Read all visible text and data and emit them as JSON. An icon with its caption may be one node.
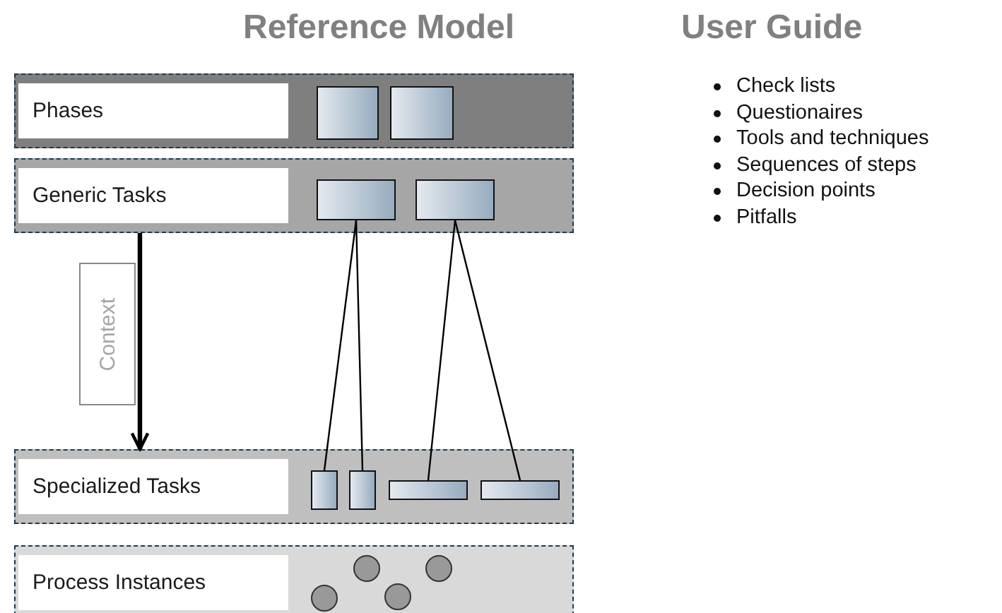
{
  "diagram": {
    "title": "Reference Model",
    "nodes": [
      {
        "text": [
          "Phases"
        ]
      },
      {
        "text": [],
        "shape": "box",
        "in": 0
      },
      {
        "text": [],
        "shape": "box",
        "in": 0
      },
      {
        "text": [
          "Generic Tasks"
        ]
      },
      {
        "text": [],
        "shape": "box",
        "in": 3
      },
      {
        "text": [],
        "shape": "box",
        "in": 3
      },
      {
        "text": [
          "Specialized Tasks"
        ]
      },
      {
        "text": [],
        "shape": "box",
        "in": 6
      },
      {
        "text": [],
        "shape": "box",
        "in": 6
      },
      {
        "text": [],
        "shape": "box",
        "in": 6
      },
      {
        "text": [],
        "shape": "box",
        "in": 6
      },
      {
        "text": [
          "Process Instances"
        ]
      },
      {
        "text": [],
        "shape": "circle",
        "in": 11
      },
      {
        "text": [],
        "shape": "circle",
        "in": 11
      },
      {
        "text": [],
        "shape": "circle",
        "in": 11
      },
      {
        "text": [],
        "shape": "circle",
        "in": 11
      }
    ],
    "edges": [
      {
        "from": 3,
        "to": 6,
        "arrow": "to",
        "label": "Context",
        "style": "thick"
      },
      {
        "from": 4,
        "to": 7,
        "arrow": "none"
      },
      {
        "from": 4,
        "to": 8,
        "arrow": "none"
      },
      {
        "from": 5,
        "to": 9,
        "arrow": "none"
      },
      {
        "from": 5,
        "to": 10,
        "arrow": "none"
      }
    ],
    "labels": [
      "User Guide",
      "Check lists",
      "Questionaires",
      "Tools and techniques",
      "Sequences of steps",
      "Decision points",
      "Pitfalls"
    ]
  }
}
